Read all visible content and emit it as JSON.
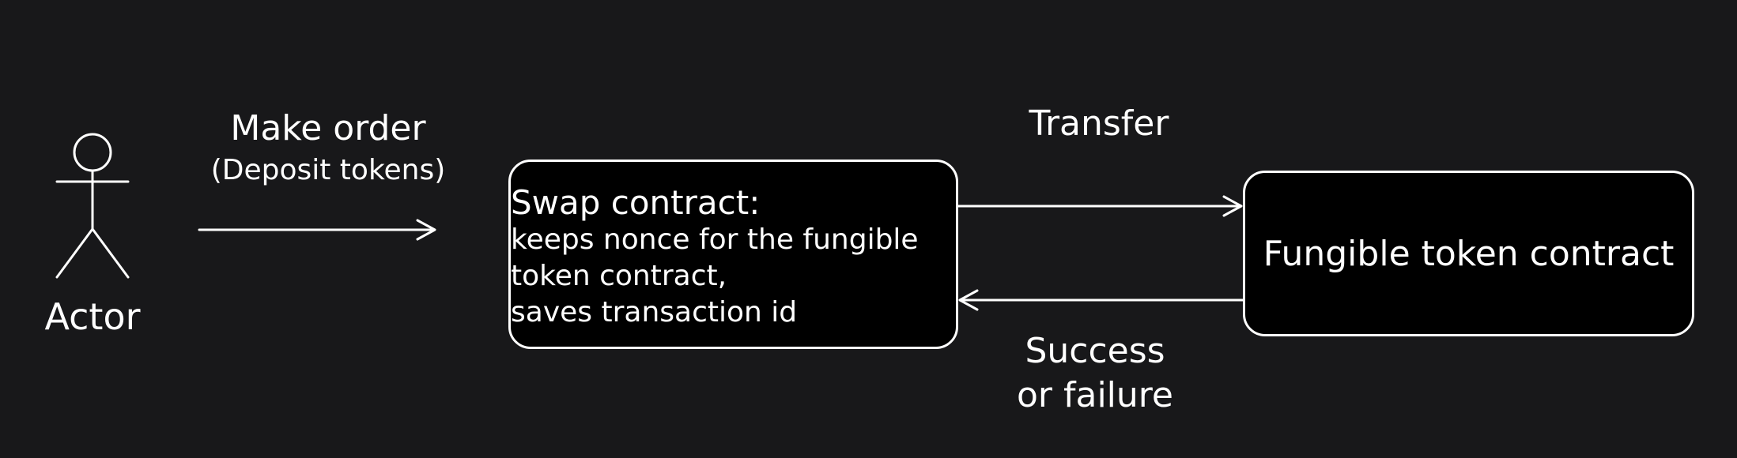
{
  "actor": {
    "label": "Actor"
  },
  "make_order": {
    "line1": "Make order",
    "line2": "(Deposit tokens)"
  },
  "swap_contract": {
    "title": "Swap contract:",
    "description": "keeps nonce for the fungible\ntoken contract,\nsaves transaction id"
  },
  "fungible_contract": {
    "label": "Fungible token contract"
  },
  "transfer": {
    "label": "Transfer"
  },
  "response": {
    "line1": "Success",
    "line2": "or failure"
  },
  "colors": {
    "background": "#18181a",
    "stroke": "#ffffff",
    "box_fill": "#000000"
  }
}
